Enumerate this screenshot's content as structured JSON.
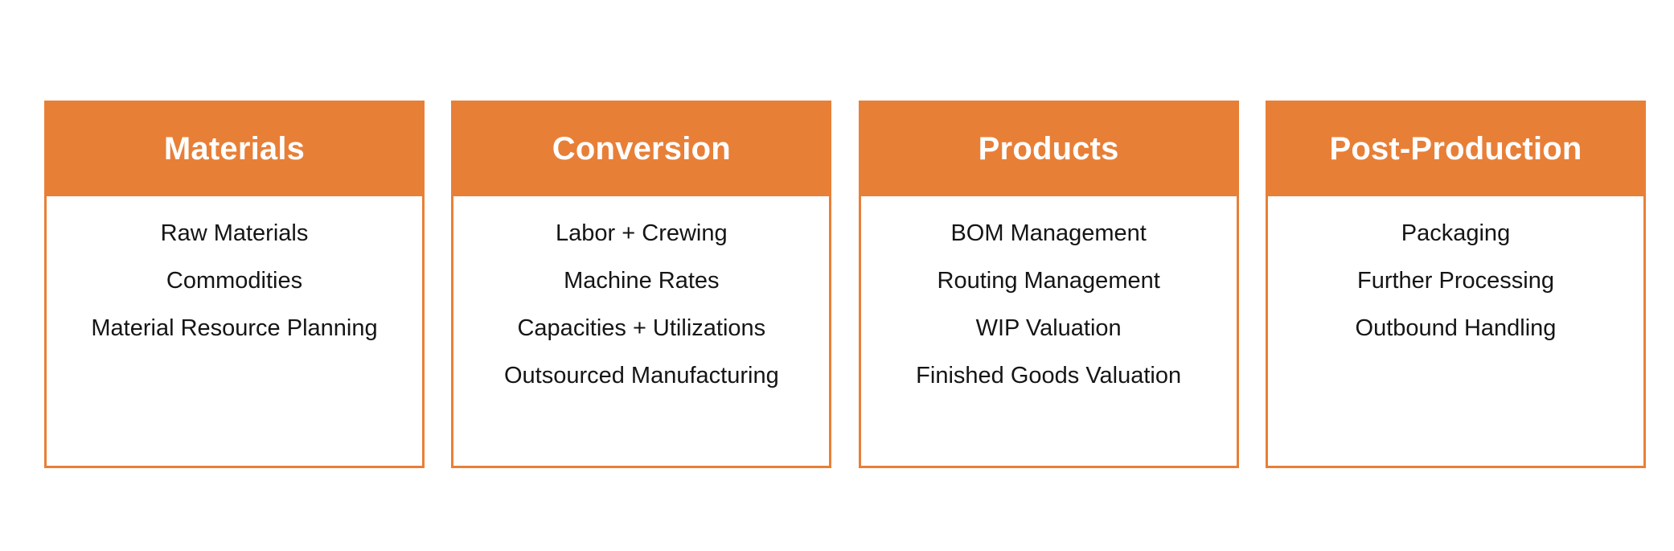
{
  "theme": {
    "accent_color": "#e87f37",
    "header_text_color": "#ffffff",
    "body_text_color": "#151515",
    "background_color": "#ffffff"
  },
  "diagram": {
    "type": "four-column-category-cards",
    "columns": [
      {
        "title": "Materials",
        "items": [
          "Raw Materials",
          "Commodities",
          "Material Resource Planning"
        ]
      },
      {
        "title": "Conversion",
        "items": [
          "Labor + Crewing",
          "Machine Rates",
          "Capacities + Utilizations",
          "Outsourced Manufacturing"
        ]
      },
      {
        "title": "Products",
        "items": [
          "BOM Management",
          "Routing Management",
          "WIP Valuation",
          "Finished Goods Valuation"
        ]
      },
      {
        "title": "Post-Production",
        "items": [
          "Packaging",
          "Further Processing",
          "Outbound Handling"
        ]
      }
    ]
  }
}
